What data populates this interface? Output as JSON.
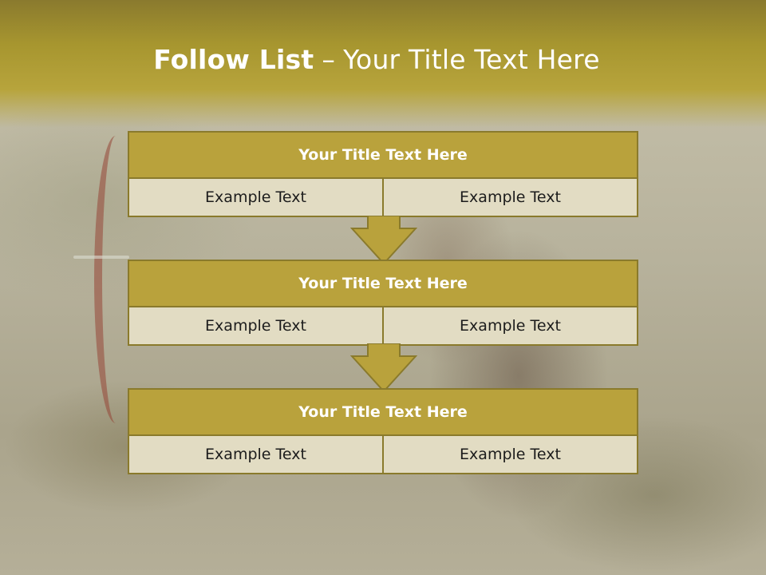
{
  "slide": {
    "title_bold": "Follow List",
    "title_separator": "–",
    "title_rest": "Your Title Text Here"
  },
  "blocks": [
    {
      "title": "Your Title Text Here",
      "left": "Example Text",
      "right": "Example Text"
    },
    {
      "title": "Your Title Text Here",
      "left": "Example Text",
      "right": "Example Text"
    },
    {
      "title": "Your Title Text Here",
      "left": "Example Text",
      "right": "Example Text"
    }
  ],
  "colors": {
    "header": "#b7a43c",
    "block_title": "#b9a23c",
    "block_body": "#e2dcc3",
    "border": "#8a7a2c"
  },
  "icons": [
    "down-arrow-icon",
    "down-arrow-icon"
  ]
}
